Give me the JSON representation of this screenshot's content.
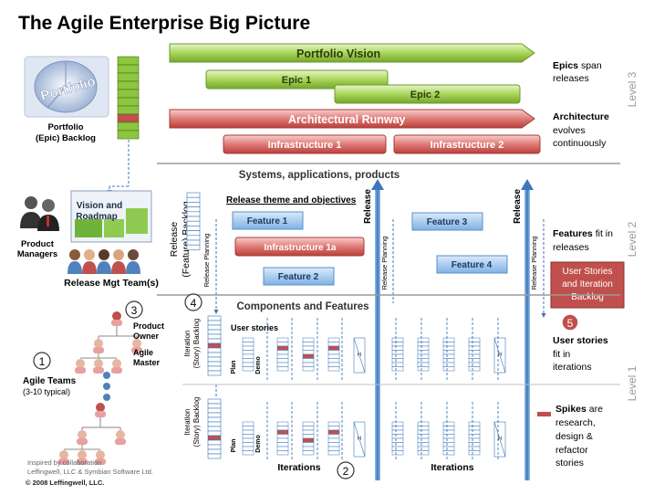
{
  "title": "The Agile Enterprise Big Picture",
  "level3": {
    "portfolio_vision": "Portfolio Vision",
    "epic1": "Epic 1",
    "epic2": "Epic 2",
    "architectural_runway": "Architectural Runway",
    "infrastructure1": "Infrastructure 1",
    "infrastructure2": "Infrastructure 2",
    "portfolio_word": "Portfolio",
    "portfolio_backlog_line1": "Portfolio",
    "portfolio_backlog_line2": "(Epic) Backlog",
    "epics_bold": "Epics",
    "epics_rest1": "span",
    "epics_rest2": "releases",
    "architecture_bold": "Architecture",
    "architecture_rest1": "evolves",
    "architecture_rest2": "continuously",
    "level_label": "Level 3"
  },
  "level2": {
    "systems_label": "Systems, applications, products",
    "vision_roadmap_line1": "Vision and",
    "vision_roadmap_line2": "Roadmap",
    "product_managers_line1": "Product",
    "product_managers_line2": "Managers",
    "release_mgt_team": "Release Mgt Team(s)",
    "release_backlog_line1": "Release",
    "release_backlog_line2": "(Feature) Backlog",
    "release_planning": "Release Planning",
    "release_theme": "Release theme and objectives",
    "feature1": "Feature 1",
    "feature2": "Feature 2",
    "feature3": "Feature 3",
    "feature4": "Feature 4",
    "infrastructure1a": "Infrastructure 1a",
    "release_word": "Release",
    "features_bold": "Features",
    "features_rest1": "fit in",
    "features_rest2": "releases",
    "callout_line1": "User Stories",
    "callout_line2": "and Iteration",
    "callout_line3": "Backlog",
    "level_label": "Level 2"
  },
  "level1": {
    "components_label": "Components and Features",
    "product_owner_line1": "Product",
    "product_owner_line2": "Owner",
    "agile_master_line1": "Agile",
    "agile_master_line2": "Master",
    "agile_teams": "Agile Teams",
    "agile_teams_sub": "(3-10 typical)",
    "iteration_backlog_line1": "Iteration",
    "iteration_backlog_line2": "(Story) Backlog",
    "user_stories": "User stories",
    "plan": "Plan",
    "demo": "Demo",
    "h": "H",
    "iterations": "Iterations",
    "user_stories_bold": "User stories",
    "user_stories_rest1": "fit in",
    "user_stories_rest2": "iterations",
    "spikes_bold": "Spikes",
    "spikes_rest0": "are",
    "spikes_rest1": "research,",
    "spikes_rest2": "design &",
    "spikes_rest3": "refactor",
    "spikes_rest4": "stories",
    "level_label": "Level 1"
  },
  "markers": {
    "m1": "1",
    "m2": "2",
    "m3": "3",
    "m4": "4",
    "m5": "5"
  },
  "footer": {
    "line1": "Inspired by collaboration",
    "line2": "Leffingwell, LLC & Symbian Software Ltd.",
    "copyright": "© 2008 Leffingwell, LLC."
  },
  "colors": {
    "green_arrow": "#8dc63f",
    "red_arrow": "#d9534f",
    "blue_box": "#7fb2e5",
    "callout": "#c0504d",
    "release_line": "#4f81bd"
  }
}
